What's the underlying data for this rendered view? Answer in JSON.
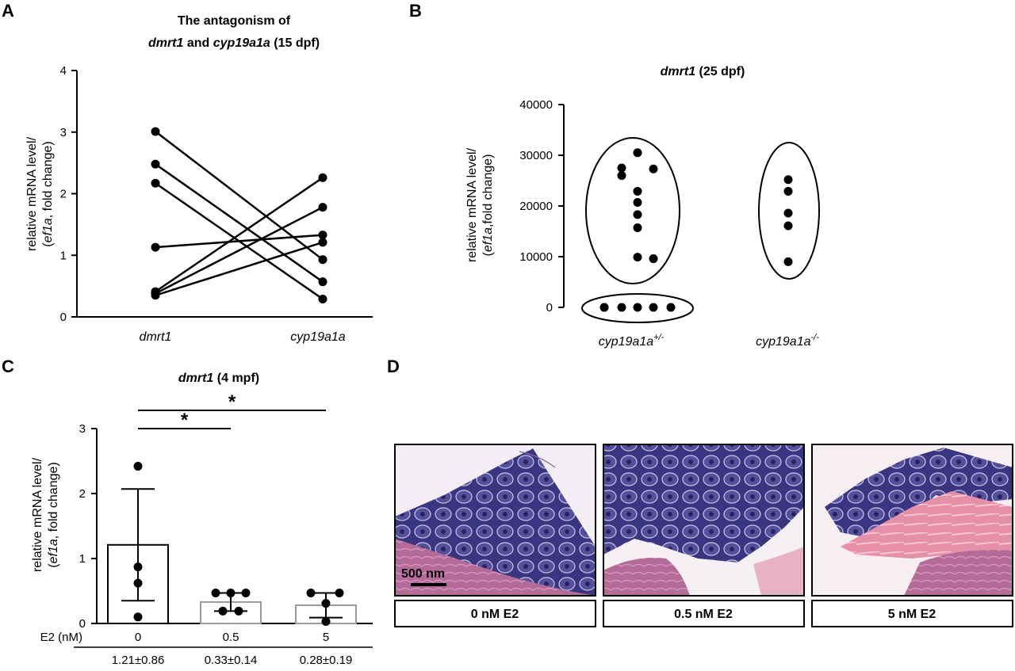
{
  "panels": {
    "A": "A",
    "B": "B",
    "C": "C",
    "D": "D"
  },
  "chart_data": [
    {
      "panel": "A",
      "type": "line",
      "title_line1": "The antagonism of",
      "title_line2_gene1": "dmrt1",
      "title_line2_and": " and ",
      "title_line2_gene2": "cyp19a1a",
      "title_line2_suffix": " (15 dpf)",
      "ylabel_line1": "relative mRNA level/",
      "ylabel_line2_open": "(",
      "ylabel_line2_gene": "ef1a",
      "ylabel_line2_rest": ", fold change)",
      "categories": [
        "dmrt1",
        "cyp19a1a"
      ],
      "ylim": [
        0,
        4
      ],
      "yticks": [
        "0",
        "1",
        "2",
        "3",
        "4"
      ],
      "pairs": [
        [
          3.01,
          0.93
        ],
        [
          2.48,
          0.57
        ],
        [
          2.17,
          0.29
        ],
        [
          1.13,
          1.33
        ],
        [
          0.41,
          2.26
        ],
        [
          0.38,
          1.78
        ],
        [
          0.35,
          1.21
        ]
      ]
    },
    {
      "panel": "B",
      "type": "scatter",
      "title_gene": "dmrt1",
      "title_suffix": " (25 dpf)",
      "ylabel_line1": "relative mRNA level/",
      "ylabel_line2_open": "(",
      "ylabel_line2_gene": "ef1a",
      "ylabel_line2_rest": ",fold change)",
      "ylim": [
        0,
        40000
      ],
      "yticks": [
        "0",
        "10000",
        "20000",
        "30000",
        "40000"
      ],
      "groups": [
        {
          "label_base": "cyp19a1a",
          "label_sup": "+/-",
          "points": [
            30500,
            27500,
            27300,
            26000,
            22900,
            20700,
            18300,
            15700,
            9900,
            9600,
            0,
            0,
            0,
            0,
            0,
            0
          ]
        },
        {
          "label_base": "cyp19a1a",
          "label_sup": "-/-",
          "points": [
            25200,
            22900,
            18600,
            16100,
            9000
          ]
        }
      ]
    },
    {
      "panel": "C",
      "type": "bar",
      "title_gene": "dmrt1",
      "title_suffix": " (4 mpf)",
      "ylabel_line1": "relative mRNA level/",
      "ylabel_line2_open": "(",
      "ylabel_line2_gene": "ef1a",
      "ylabel_line2_rest": ", fold change)",
      "xlabel": "E2 (nM)",
      "ylim": [
        0,
        3
      ],
      "yticks": [
        "0",
        "1",
        "2",
        "3"
      ],
      "categories": [
        "0",
        "0.5",
        "5"
      ],
      "means": [
        1.21,
        0.33,
        0.28
      ],
      "sd": [
        0.86,
        0.14,
        0.19
      ],
      "stats": [
        "1.21±0.86",
        "0.33±0.14",
        "0.28±0.19"
      ],
      "points": [
        [
          2.42,
          0.87,
          0.62,
          0.1
        ],
        [
          0.47,
          0.47,
          0.47,
          0.19,
          0.19
        ],
        [
          0.47,
          0.47,
          0.31,
          0.03
        ]
      ],
      "significance": [
        {
          "from": 0,
          "to": 1,
          "label": "*"
        },
        {
          "from": 0,
          "to": 2,
          "label": "*"
        }
      ]
    }
  ],
  "histology": {
    "panels": [
      {
        "label": "0 nM E2"
      },
      {
        "label": "0.5 nM E2"
      },
      {
        "label": "5 nM E2"
      }
    ],
    "scale_bar": "500 nm"
  }
}
